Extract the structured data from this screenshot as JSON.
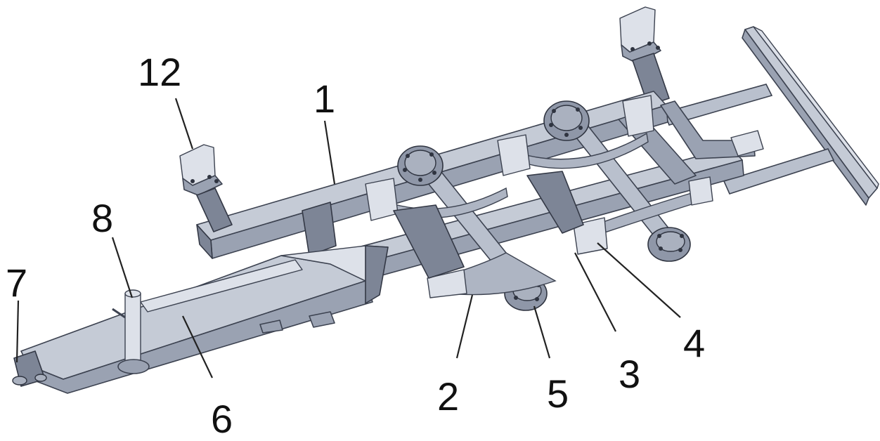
{
  "callouts": [
    {
      "id": "12",
      "label": "12"
    },
    {
      "id": "1",
      "label": "1"
    },
    {
      "id": "8",
      "label": "8"
    },
    {
      "id": "7",
      "label": "7"
    },
    {
      "id": "6",
      "label": "6"
    },
    {
      "id": "2",
      "label": "2"
    },
    {
      "id": "5",
      "label": "5"
    },
    {
      "id": "3",
      "label": "3"
    },
    {
      "id": "4",
      "label": "4"
    }
  ]
}
